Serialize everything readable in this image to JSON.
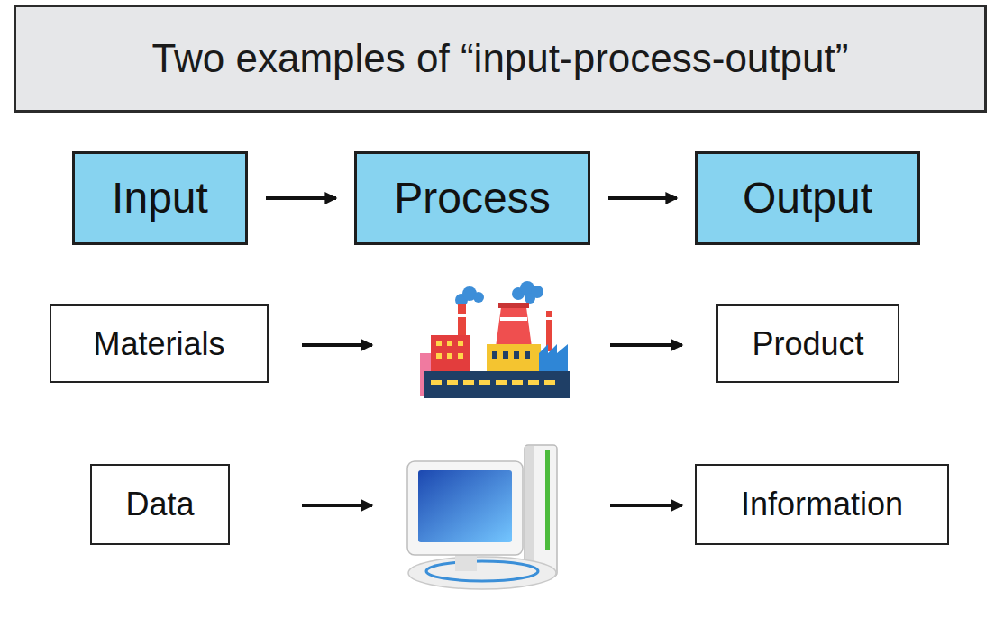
{
  "diagram": {
    "title": "Two examples of “input-process-output”",
    "nodes": [
      {
        "text": [
          "Input"
        ]
      },
      {
        "text": [
          "Process"
        ]
      },
      {
        "text": [
          "Output"
        ]
      },
      {
        "text": [
          "Materials"
        ]
      },
      {
        "text": [
          "Product"
        ]
      },
      {
        "text": [
          "Data"
        ]
      },
      {
        "text": [
          "Information"
        ]
      }
    ],
    "edges": [
      {
        "from": 0,
        "to": 1,
        "arrow": "to"
      },
      {
        "from": 1,
        "to": 2,
        "arrow": "to"
      }
    ]
  }
}
